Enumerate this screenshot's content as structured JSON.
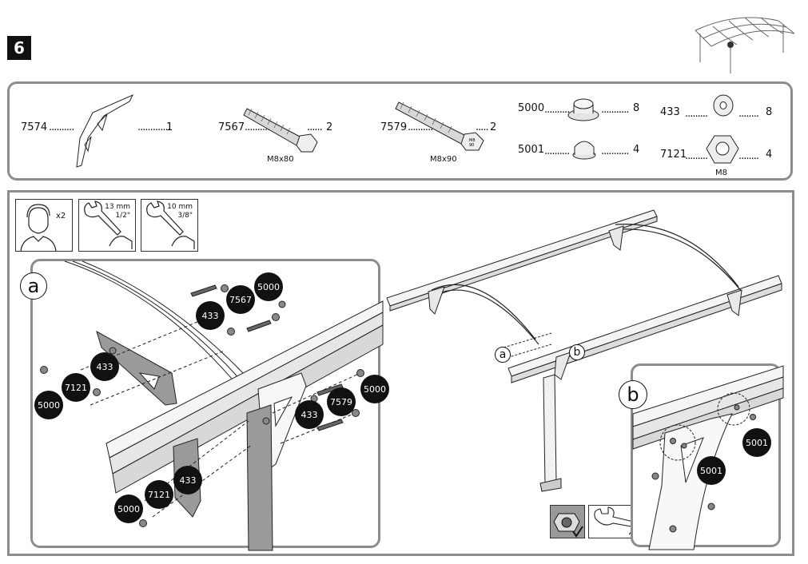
{
  "step": {
    "number": "6"
  },
  "parts": [
    {
      "code": "7574",
      "qty": "1"
    },
    {
      "code": "7567",
      "qty": "2",
      "size": "M8x80"
    },
    {
      "code": "7579",
      "qty": "2",
      "size": "M8x90"
    },
    {
      "code": "5000",
      "qty": "8"
    },
    {
      "code": "5001",
      "qty": "4"
    },
    {
      "code": "433",
      "qty": "8"
    },
    {
      "code": "7121",
      "qty": "4",
      "size": "M8"
    }
  ],
  "tools": {
    "people": "x2",
    "wrench_13": {
      "metric": "13 mm",
      "imperial": "1/2\""
    },
    "wrench_10": {
      "metric": "10 mm",
      "imperial": "3/8\""
    }
  },
  "callouts": {
    "a": "a",
    "b": "b"
  },
  "detail_a_labels": [
    "5000",
    "7567",
    "433",
    "433",
    "7121",
    "5000",
    "5000",
    "7579",
    "433",
    "433",
    "7121",
    "5000"
  ],
  "detail_b_labels": [
    "5001",
    "5001"
  ],
  "bolt_head_mark": [
    "M8",
    "90"
  ],
  "colors": {
    "panel_border": "#8d8d8d",
    "bubble": "#111111",
    "steel": "#9a9a9a"
  }
}
